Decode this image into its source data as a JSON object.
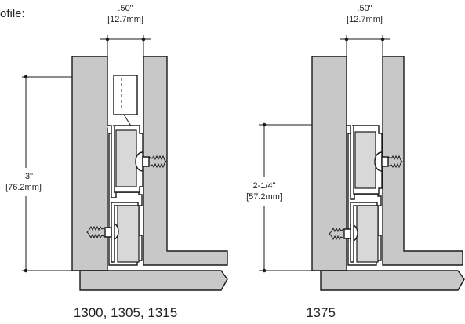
{
  "header_fragment": "ofile:",
  "left_diagram": {
    "top_dim_inch": ".50\"",
    "top_dim_mm": "[12.7mm]",
    "side_dim_inch": "3\"",
    "side_dim_mm": "[76.2mm]",
    "caption": "1300, 1305, 1315"
  },
  "right_diagram": {
    "top_dim_inch": ".50\"",
    "top_dim_mm": "[12.7mm]",
    "side_dim_inch": "2-1/4\"",
    "side_dim_mm": "[57.2mm]",
    "caption": "1375"
  },
  "colors": {
    "wall": "#c8c8c8",
    "line": "#1a1a1a",
    "roller": "#d8d8d8"
  }
}
